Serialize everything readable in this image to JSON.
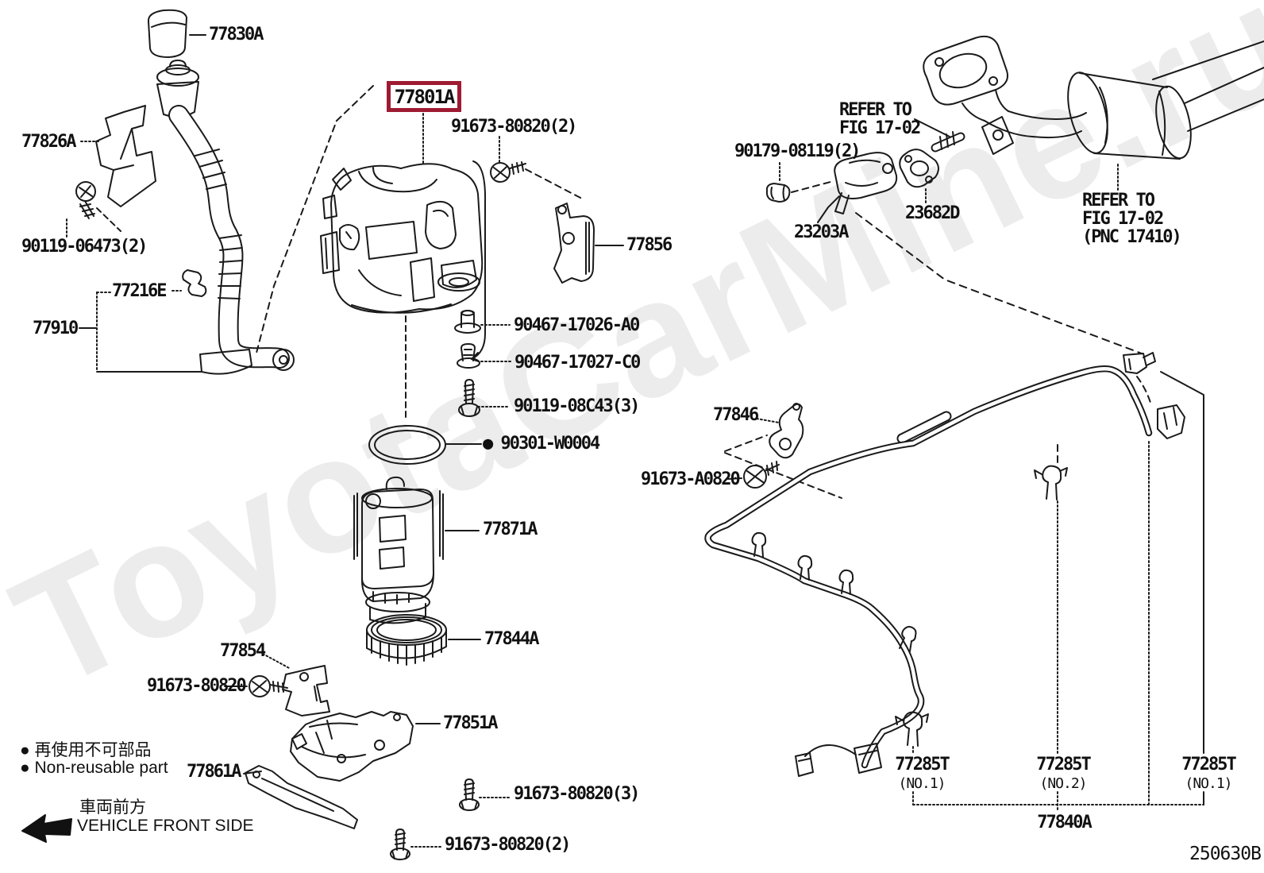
{
  "watermark": "ToyotaCarMine.ru",
  "highlight": {
    "part": "77801A",
    "color": "#9e1b32"
  },
  "drawing_code": "250630B",
  "labels": {
    "l77830a": "77830A",
    "l77826a": "77826A",
    "l90119_06473": "90119-06473(2)",
    "l77216e": "77216E",
    "l77910": "77910",
    "l77801a": "77801A",
    "l91673_80820_2a": "91673-80820(2)",
    "l77856": "77856",
    "l90467_17026": "90467-17026-A0",
    "l90467_17027": "90467-17027-C0",
    "l90119_08c43": "90119-08C43(3)",
    "l90301": "● 90301-W0004",
    "l77871a": "77871A",
    "l77844a": "77844A",
    "l77854": "77854",
    "l91673_80820": "91673-80820",
    "l77851a": "77851A",
    "l77861a": "77861A",
    "l91673_80820_3": "91673-80820(3)",
    "l91673_80820_2b": "91673-80820(2)",
    "refer1_line1": "REFER TO",
    "refer1_line2": "FIG 17-02",
    "l90179": "90179-08119(2)",
    "l23682d": "23682D",
    "l23203a": "23203A",
    "refer2_line1": "REFER TO",
    "refer2_line2": "FIG 17-02",
    "refer2_line3": "(PNC 17410)",
    "l77846": "77846",
    "l91673_a0820": "91673-A0820",
    "t1_part": "77285T",
    "t1_no": "(NO.1)",
    "t2_part": "77285T",
    "t2_no": "(NO.2)",
    "t3_part": "77285T",
    "t3_no": "(NO.1)",
    "l77840a": "77840A"
  },
  "legend": {
    "nonreusable_jp": "● 再使用不可部品",
    "nonreusable_en": "● Non-reusable part",
    "front_jp": "車両前方",
    "front_en": "VEHICLE FRONT SIDE"
  }
}
